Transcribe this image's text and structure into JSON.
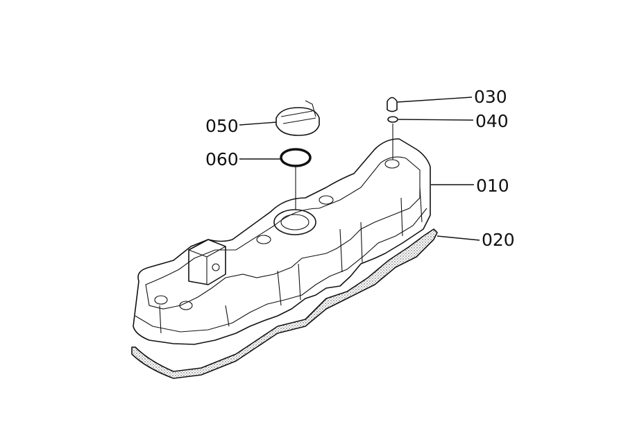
{
  "parts": {
    "p050": "050",
    "p060": "060",
    "p030": "030",
    "p040": "040",
    "p010": "010",
    "p020": "020"
  }
}
